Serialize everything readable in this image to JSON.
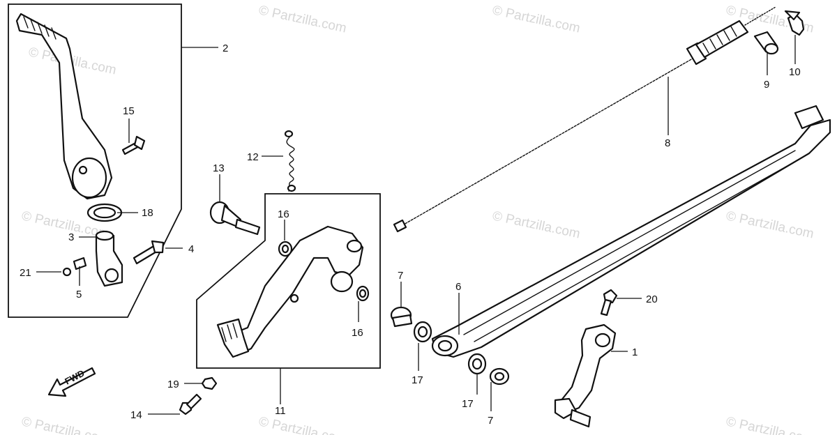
{
  "watermark": "© Partzilla.com",
  "fwd_label": "FWD",
  "callouts": {
    "p1": "1",
    "p2": "2",
    "p3": "3",
    "p4": "4",
    "p5": "5",
    "p6": "6",
    "p7a": "7",
    "p7b": "7",
    "p8": "8",
    "p9": "9",
    "p10": "10",
    "p11": "11",
    "p12": "12",
    "p13": "13",
    "p14": "14",
    "p15": "15",
    "p16a": "16",
    "p16b": "16",
    "p17a": "17",
    "p17b": "17",
    "p18": "18",
    "p19": "19",
    "p20": "20",
    "p21": "21"
  }
}
